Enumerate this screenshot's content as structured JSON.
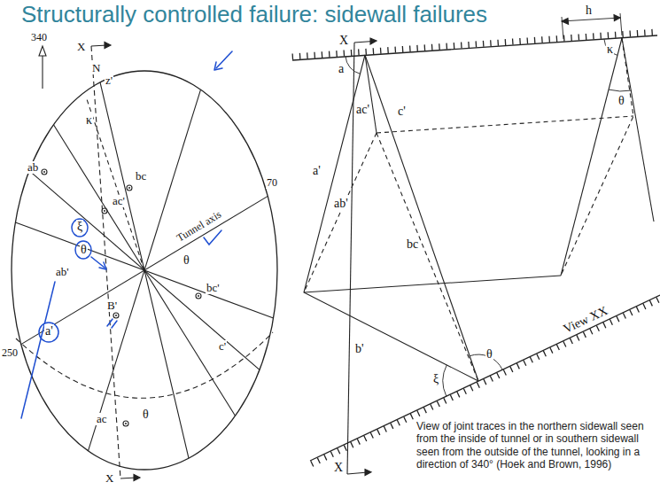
{
  "diagram": {
    "title": "Structurally controlled failure: sidewall failures",
    "caption": "View of joint traces in the northern sidewall seen from the inside of tunnel or in southern sidewall seen from the outside of the tunnel, looking in a direction of 340° (Hoek and Brown, 1996)",
    "labels": [
      "340",
      "N",
      "X",
      "z'",
      "κ",
      "ab",
      "bc",
      "ac'",
      "Tunnel axis",
      "70",
      "250",
      "ξ",
      "θ",
      "θ",
      "ab'",
      "a'",
      "B'",
      "bc'",
      "c'",
      "ac",
      "θ",
      "X",
      "X",
      "a",
      "a'",
      "ac'",
      "c'",
      "ab'",
      "bc",
      "b'",
      "ξ",
      "θ",
      "h",
      "κ",
      "θ",
      "View XX",
      "X"
    ]
  }
}
